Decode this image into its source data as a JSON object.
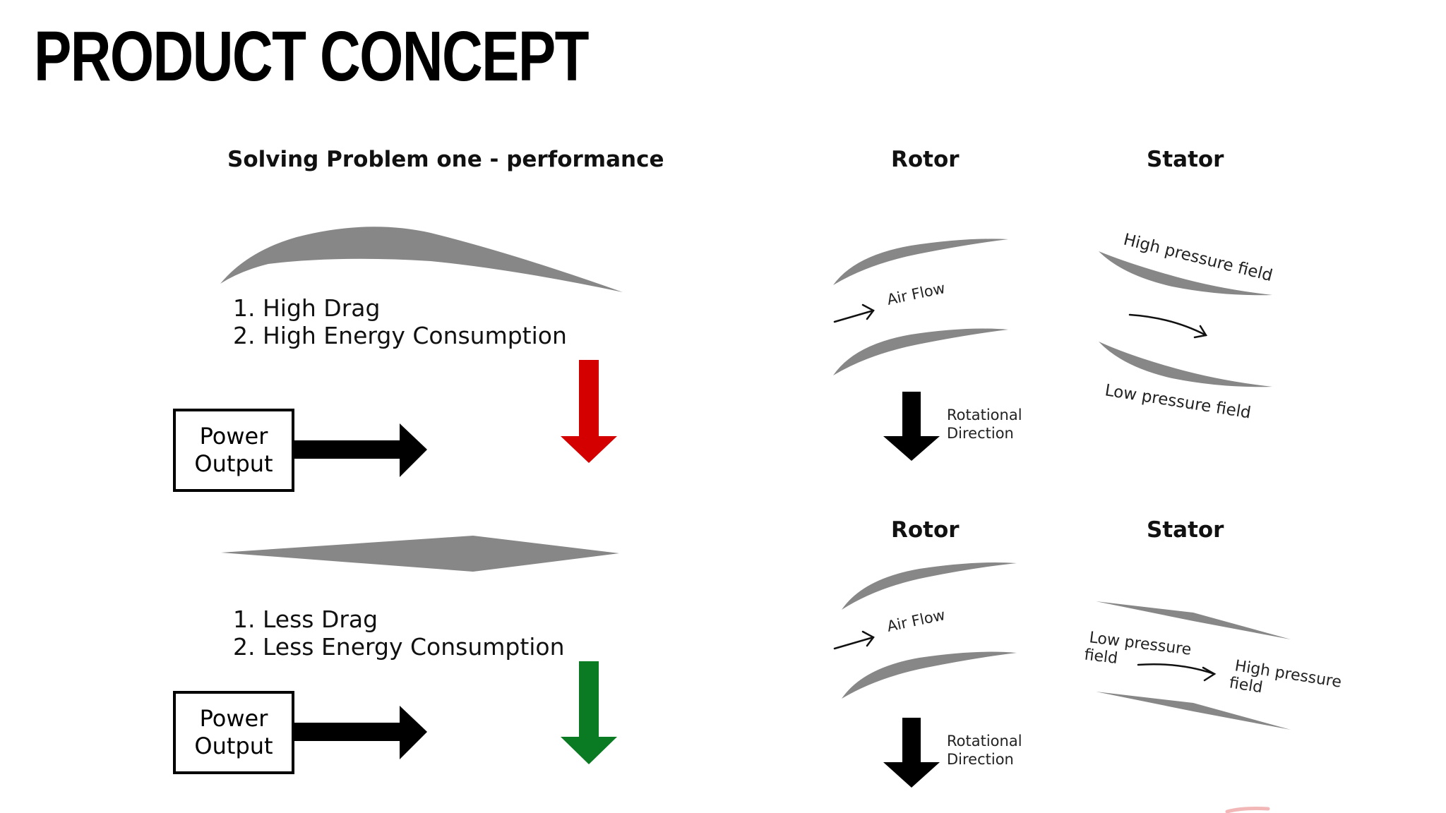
{
  "slide": {
    "title": "PRODUCT CONCEPT"
  },
  "left_panel": {
    "heading": "Solving Problem one - performance",
    "conventional": {
      "items": [
        "1. High Drag",
        "2. High Energy Consumption"
      ],
      "power_box": [
        "Power",
        "Output"
      ],
      "indicator_color": "#d40000"
    },
    "improved": {
      "items": [
        "1. Less Drag",
        "2. Less Energy Consumption"
      ],
      "power_box": [
        "Power",
        "Output"
      ],
      "indicator_color": "#0a7a23"
    }
  },
  "right_panel": {
    "top": {
      "rotor_heading": "Rotor",
      "stator_heading": "Stator",
      "airflow_label": "Air  Flow",
      "rotation_label": [
        "Rotational",
        "Direction"
      ],
      "stator_high_label": "High pressure field",
      "stator_low_label": "Low pressure field"
    },
    "bottom": {
      "rotor_heading": "Rotor",
      "stator_heading": "Stator",
      "airflow_label": "Air  Flow",
      "rotation_label": [
        "Rotational",
        "Direction"
      ],
      "stator_low_label": [
        "Low pressure",
        "field"
      ],
      "stator_high_label": [
        "High pressure",
        "field"
      ]
    }
  },
  "colors": {
    "blade_gray": "#878787",
    "arrow_black": "#000000",
    "down_arrow_bad": "#d40000",
    "down_arrow_good": "#0a7a23"
  },
  "icons": [
    "right-arrow-icon",
    "down-arrow-icon",
    "airflow-arrow-icon"
  ]
}
